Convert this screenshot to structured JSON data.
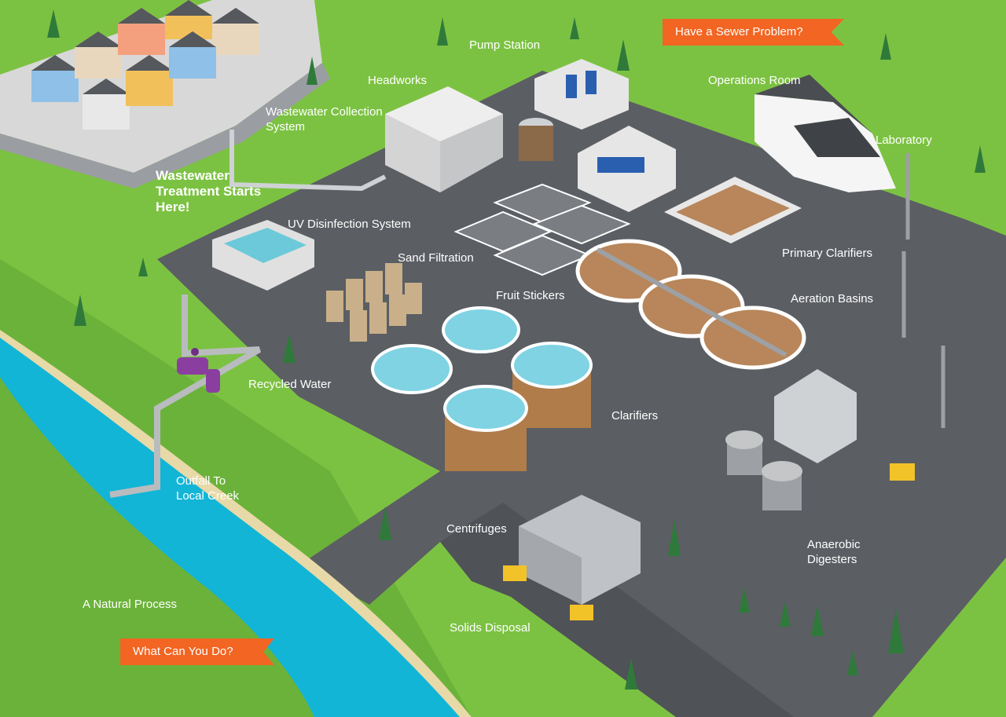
{
  "hero_text": "Wastewater Treatment Starts Here!",
  "labels": {
    "pump_station": "Pump Station",
    "headworks": "Headworks",
    "operations_room": "Operations Room",
    "wastewater_collection": "Wastewater Collection System",
    "laboratory": "Laboratory",
    "uv_disinfection": "UV Disinfection System",
    "sand_filtration": "Sand Filtration",
    "primary_clarifiers": "Primary Clarifiers",
    "fruit_stickers": "Fruit Stickers",
    "aeration_basins": "Aeration Basins",
    "recycled_water": "Recycled Water",
    "clarifiers": "Clarifiers",
    "outfall": "Outfall To Local Creek",
    "centrifuges": "Centrifuges",
    "anaerobic_digesters": "Anaerobic Digesters",
    "natural_process": "A Natural Process",
    "solids_disposal": "Solids Disposal"
  },
  "banners": {
    "sewer_problem": "Have a Sewer Problem?",
    "what_can_you_do": "What Can You Do?"
  },
  "colors": {
    "grass": "#7cc242",
    "pavement": "#5b5e63",
    "creek": "#12b5d6",
    "banner": "#f26522",
    "recycled_pipe": "#8a3fa0"
  }
}
